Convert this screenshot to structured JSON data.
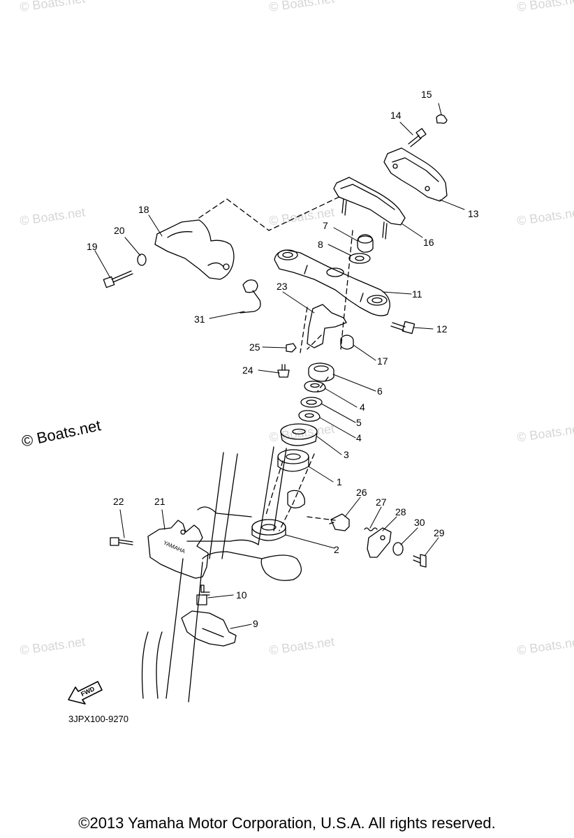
{
  "watermark": "© Boats.net",
  "diagram_code": "3JPX100-9270",
  "copyright": "©2013 Yamaha Motor Corporation, U.S.A. All rights reserved.",
  "fwd_label": "FWD",
  "brand_mark": "YAMAHA",
  "callouts": {
    "n1": "1",
    "n2": "2",
    "n3": "3",
    "n4a": "4",
    "n4b": "4",
    "n5": "5",
    "n6": "6",
    "n7": "7",
    "n8": "8",
    "n9": "9",
    "n10": "10",
    "n11": "11",
    "n12": "12",
    "n13": "13",
    "n14": "14",
    "n15": "15",
    "n16": "16",
    "n17": "17",
    "n18": "18",
    "n19": "19",
    "n20": "20",
    "n21": "21",
    "n22": "22",
    "n23": "23",
    "n24": "24",
    "n25": "25",
    "n26": "26",
    "n27": "27",
    "n28": "28",
    "n29": "29",
    "n30": "30",
    "n31": "31"
  }
}
